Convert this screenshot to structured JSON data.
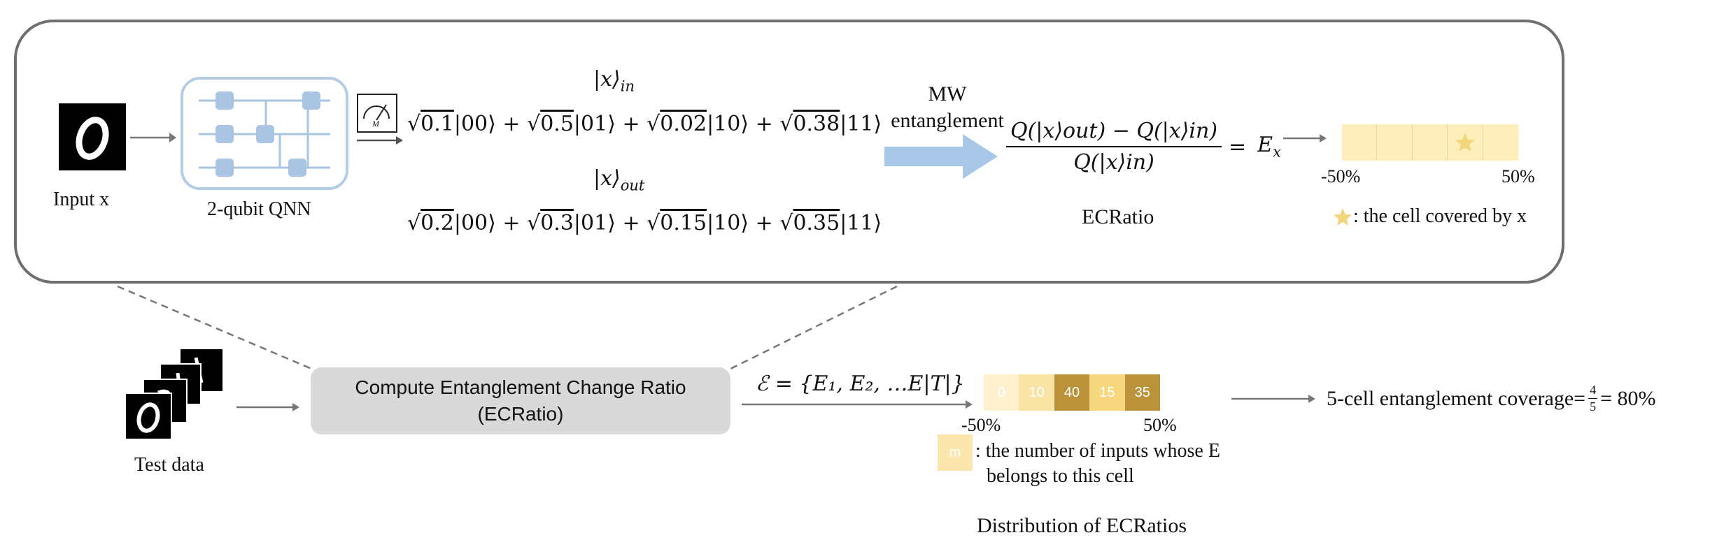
{
  "top_panel": {
    "input_label": "Input x",
    "qnn_label": "2-qubit QNN",
    "meter_label": "M",
    "ket_in": {
      "symbol": "|x⟩",
      "sub": "in"
    },
    "ket_out": {
      "symbol": "|x⟩",
      "sub": "out"
    },
    "state_in": [
      {
        "radicand": "0.1",
        "basis": "|00⟩"
      },
      {
        "radicand": "0.5",
        "basis": "|01⟩"
      },
      {
        "radicand": "0.02",
        "basis": "|10⟩"
      },
      {
        "radicand": "0.38",
        "basis": "|11⟩"
      }
    ],
    "state_out": [
      {
        "radicand": "0.2",
        "basis": "|00⟩"
      },
      {
        "radicand": "0.3",
        "basis": "|01⟩"
      },
      {
        "radicand": "0.15",
        "basis": "|10⟩"
      },
      {
        "radicand": "0.35",
        "basis": "|11⟩"
      }
    ],
    "mw_line1": "MW",
    "mw_line2": "entanglement",
    "formula_numerator": "Q(|x⟩out) − Q(|x⟩in)",
    "formula_denominator": "Q(|x⟩in)",
    "formula_equals": "=",
    "formula_result": "E",
    "formula_result_sub": "x",
    "ecratio_label": "ECRatio",
    "bar_min": "-50%",
    "bar_max": "50%",
    "star_cell_index": 3,
    "star_legend": ": the cell covered by x"
  },
  "bottom_panel": {
    "test_data_label": "Test data",
    "compute_line1": "Compute Entanglement Change Ratio",
    "compute_line2": "(ECRatio)",
    "set_formula": "ℰ = {E₁, E₂, …E|T|}",
    "distribution_cells": [
      {
        "count": "0",
        "color": "#fdf0cf"
      },
      {
        "count": "10",
        "color": "#f9e3a5"
      },
      {
        "count": "40",
        "color": "#b9923a"
      },
      {
        "count": "15",
        "color": "#f7d77e"
      },
      {
        "count": "35",
        "color": "#b9923a"
      }
    ],
    "dist_min": "-50%",
    "dist_max": "50%",
    "legend_symbol": "m",
    "legend_line1": ": the number of inputs whose E",
    "legend_line2": "belongs to this cell",
    "distribution_label": "Distribution of ECRatios",
    "coverage_text": "5-cell entanglement coverage=",
    "coverage_num": "4",
    "coverage_den": "5",
    "coverage_result": "= 80%"
  },
  "colors": {
    "frame": "#6f6f6f",
    "qnn_border": "#b4cde5",
    "gate": "#a9c5e3",
    "mw_arrow": "#a8c6e6",
    "bar_cell": "#fdeebc",
    "star": "#f3d57d",
    "compute_box": "#d9d9d9"
  }
}
